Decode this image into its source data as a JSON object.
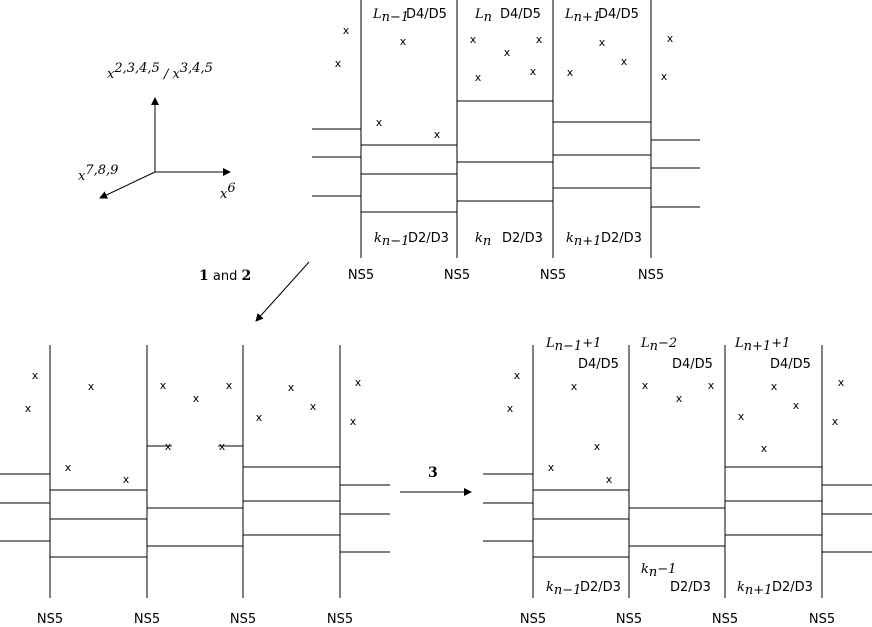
{
  "axes": {
    "vertical": "x^{2,3,4,5} / x^{3,4,5}",
    "depth": "x^{7,8,9}",
    "horizontal": "x^{6}"
  },
  "ns5": "NS5",
  "d4d5": "D4/D5",
  "d2d3": "D2/D3",
  "top_labels": {
    "L_nm1": "L_{n-1}",
    "L_n": "L_n",
    "L_np1": "L_{n+1}",
    "k_nm1": "k_{n-1}",
    "k_n": "k_n",
    "k_np1": "k_{n+1}"
  },
  "step12": {
    "bold1": "1",
    "and": "and",
    "bold2": "2"
  },
  "step3": "3",
  "result_labels": {
    "L_nm1_plus": "L_{n-1}+1",
    "L_n_minus": "L_n-2",
    "L_np1_plus": "L_{n+1}+1",
    "k_nm1": "k_{n-1}",
    "k_n_minus": "k_n-1",
    "k_np1": "k_{n+1}"
  },
  "cross": "x"
}
